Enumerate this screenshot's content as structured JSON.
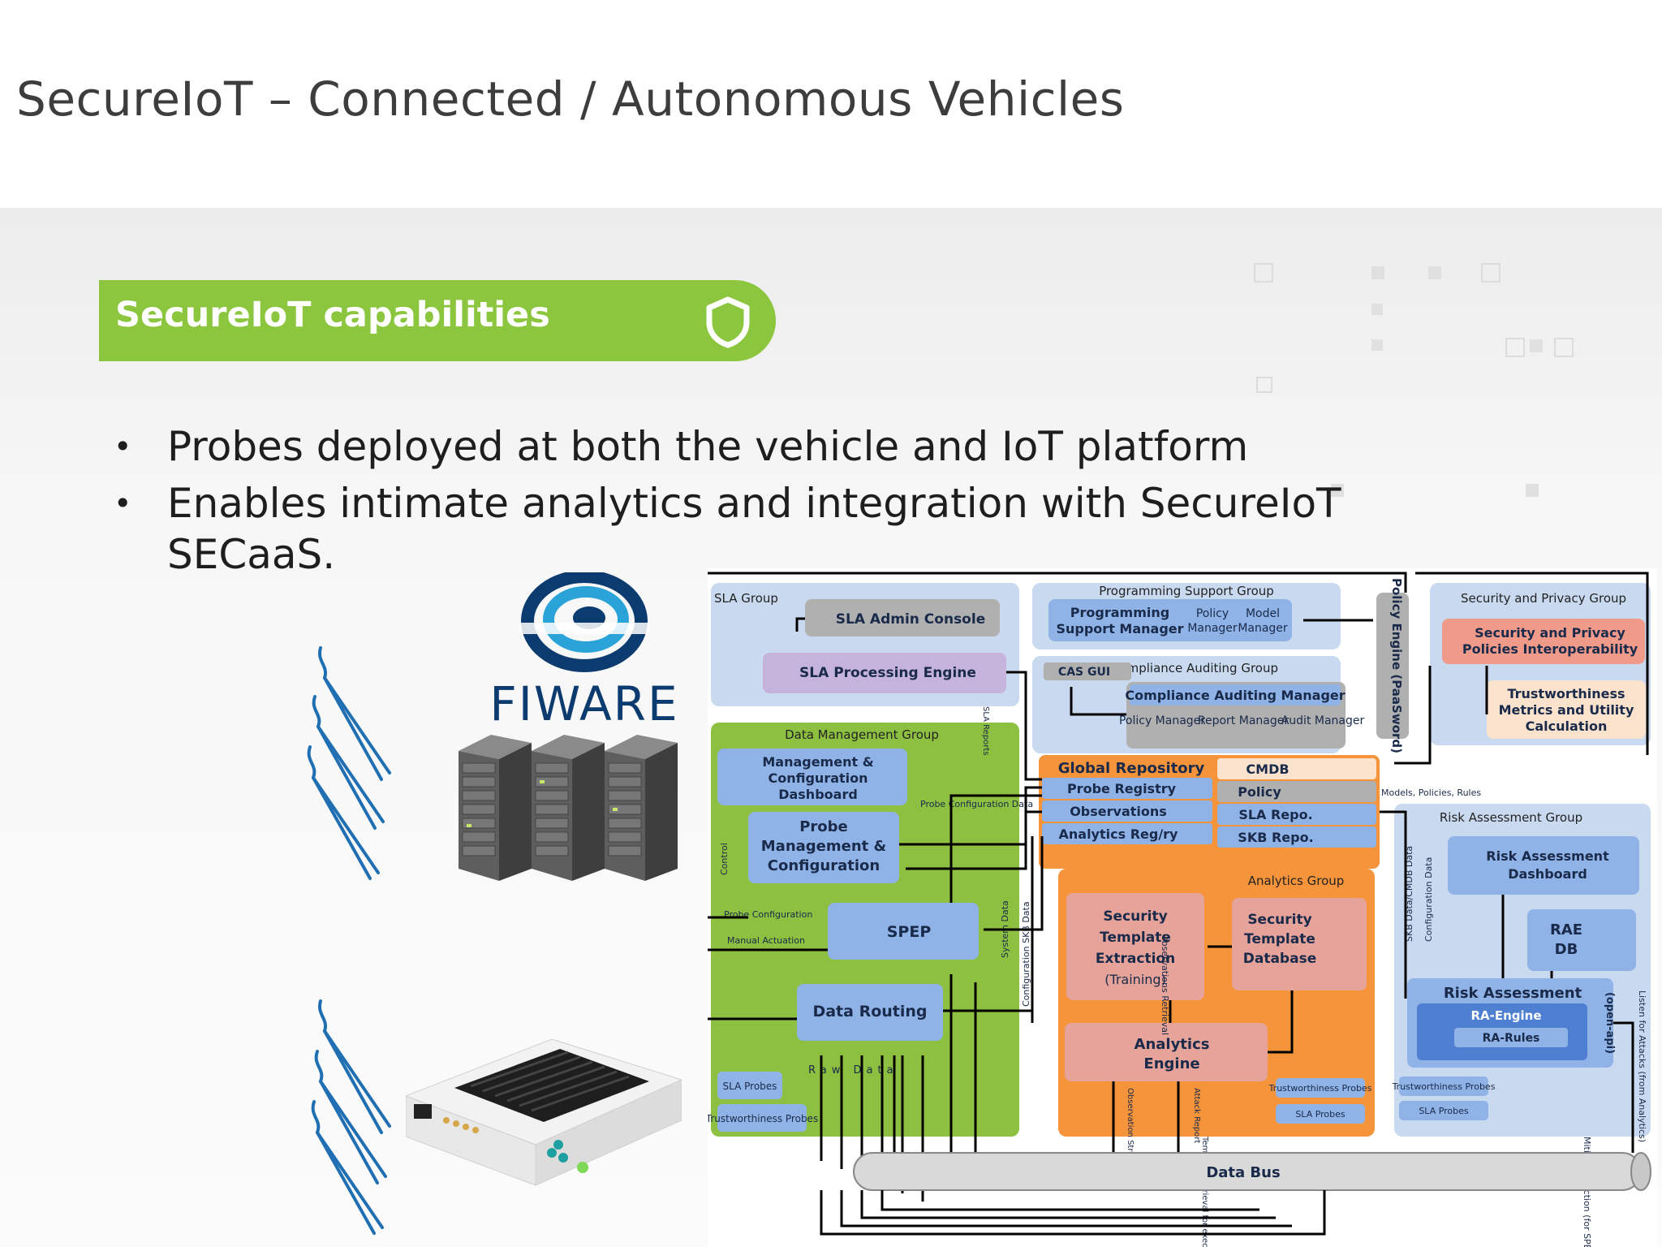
{
  "slide": {
    "title": "SecureIoT – Connected / Autonomous Vehicles",
    "banner": {
      "label": "SecureIoT capabilities",
      "color": "#8cc63f",
      "icon": "shield-icon"
    },
    "bullets": [
      {
        "line1": "Probes deployed at both the vehicle and IoT platform",
        "line2": ""
      },
      {
        "line1": "Enables intimate analytics and integration with SecureIoT",
        "line2": "SECaaS."
      }
    ],
    "fiware_logo": "FIWARE"
  },
  "diagram": {
    "groups": {
      "sla": "SLA Group",
      "programming": "Programming Support Group",
      "security_privacy": "Security and Privacy Group",
      "compliance": "Compliance Auditing Group",
      "data_mgmt": "Data Management Group",
      "analytics": "Analytics Group",
      "risk": "Risk Assessment Group"
    },
    "boxes": {
      "sla_admin": "SLA Admin Console",
      "sla_engine": "SLA Processing Engine",
      "prog_mgr_1": "Programming",
      "prog_mgr_2": "Support Manager",
      "policy_mgr_1": "Policy",
      "policy_mgr_2": "Manager",
      "model_mgr_1": "Model",
      "model_mgr_2": "Manager",
      "policy_engine": "Policy Engine (PaaSword)",
      "sec_policies_1": "Security and Privacy",
      "sec_policies_2": "Policies Interoperability",
      "cas_gui": "CAS GUI",
      "compliance_mgr": "Compliance Auditing Manager",
      "policy_mgr": "Policy Manager",
      "report_mgr": "Report Manager",
      "audit_mgr": "Audit Manager",
      "trust_1": "Trustworthiness",
      "trust_2": "Metrics and Utility",
      "trust_3": "Calculation",
      "mgmt_dash_1": "Management &",
      "mgmt_dash_2": "Configuration",
      "mgmt_dash_3": "Dashboard",
      "probe_mgmt_1": "Probe",
      "probe_mgmt_2": "Management &",
      "probe_mgmt_3": "Configuration",
      "global_repo": "Global Repository",
      "cmdb": "CMDB",
      "probe_registry": "Probe Registry",
      "policy": "Policy",
      "observations": "Observations",
      "sla_repo": "SLA Repo.",
      "analytics_reg": "Analytics Reg/ry",
      "skb_repo": "SKB Repo.",
      "spep": "SPEP",
      "data_routing": "Data Routing",
      "ste_1": "Security",
      "ste_2": "Template",
      "ste_3": "Extraction",
      "ste_4": "(Training)",
      "std_1": "Security",
      "std_2": "Template",
      "std_3": "Database",
      "analytics_1": "Analytics",
      "analytics_2": "Engine",
      "ra_dash_1": "Risk Assessment",
      "ra_dash_2": "Dashboard",
      "rae_1": "RAE",
      "rae_2": "DB",
      "ra": "Risk Assessment",
      "ra_engine": "RA-Engine",
      "ra_rules": "RA-Rules",
      "open_api": "(open-api)",
      "sla_probes": "SLA Probes",
      "trust_probes": "Trustworthiness Probes",
      "data_bus": "Data Bus"
    },
    "edge_labels": {
      "probe_config": "Probe Configuration",
      "probe_config_data": "Probe Configuration Data",
      "manual_actuation": "Manual Actuation",
      "raw_data": "Raw Data",
      "control": "Control",
      "models_policies": "Models, Policies, Rules",
      "config_skb": "Configuration SKB Data",
      "listen_attacks": "Listen for Attacks (from Analytics)",
      "mitigation": "Mitigation Action (for SPEP)",
      "skb_cmdb": "SKB Data/CMDB Data",
      "config_data": "Configuration Data",
      "observations_stream": "Observation Streams",
      "attack_report": "Attack Report",
      "sla_reports": "SLA Reports",
      "system_data": "System Data",
      "observations_retrieval": "Observations Retrieval",
      "template_retrieval": "Template Retrieval for execution"
    },
    "colors": {
      "green_group": "#8dc040",
      "blue_group": "#c9daf0",
      "orange_group": "#f6943c",
      "box_blue": "#8fb3e6",
      "box_purple": "#c6b3dc",
      "box_pink": "#e6a39a",
      "box_grey": "#b0b0b0",
      "box_salmon": "#f09a8a",
      "box_peach": "#fbe2cd"
    }
  }
}
